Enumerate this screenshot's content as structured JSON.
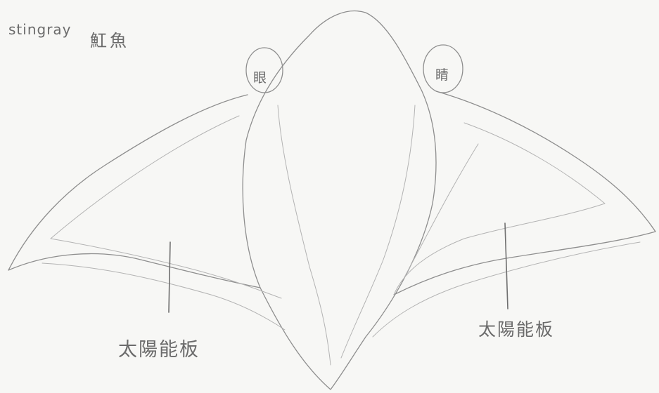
{
  "title": {
    "english": "stingray",
    "chinese": "魟魚"
  },
  "labels": {
    "eye_left": "眼",
    "eye_right": "睛",
    "panel_left": "太陽能板",
    "panel_right": "太陽能板"
  }
}
